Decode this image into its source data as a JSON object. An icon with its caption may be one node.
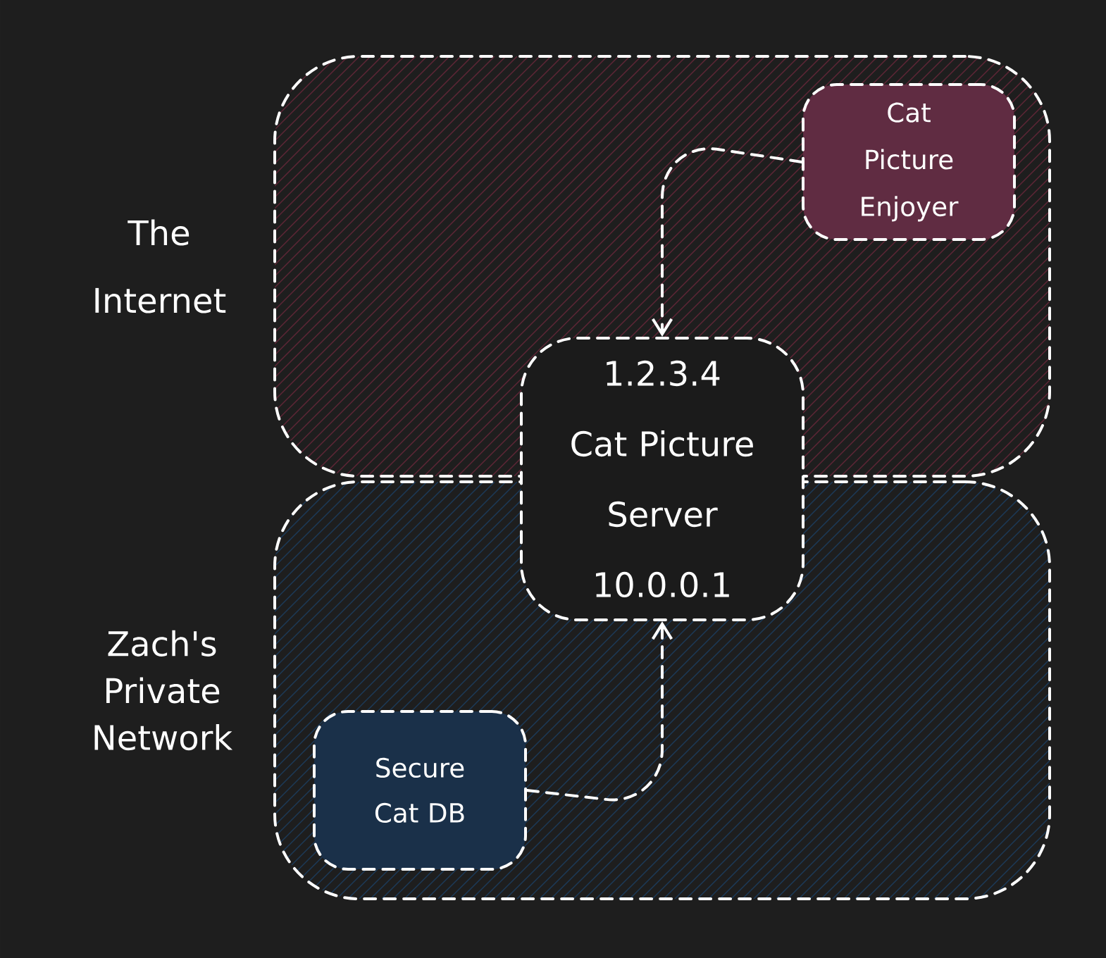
{
  "diagram": {
    "nodes": [
      {
        "text": [
          "The Internet"
        ]
      },
      {
        "text": [
          "Zach's Private Network"
        ]
      },
      {
        "text": [
          "Cat Picture Enjoyer"
        ],
        "in": 0
      },
      {
        "text": [
          "1.2.3.4",
          "Cat Picture Server",
          "10.0.0.1"
        ]
      },
      {
        "text": [
          "Secure Cat DB"
        ],
        "in": 1
      }
    ],
    "edges": [
      {
        "from": 2,
        "to": 3,
        "arrow": "to",
        "style": "dashed"
      },
      {
        "from": 4,
        "to": 3,
        "arrow": "to",
        "style": "dashed"
      }
    ]
  }
}
